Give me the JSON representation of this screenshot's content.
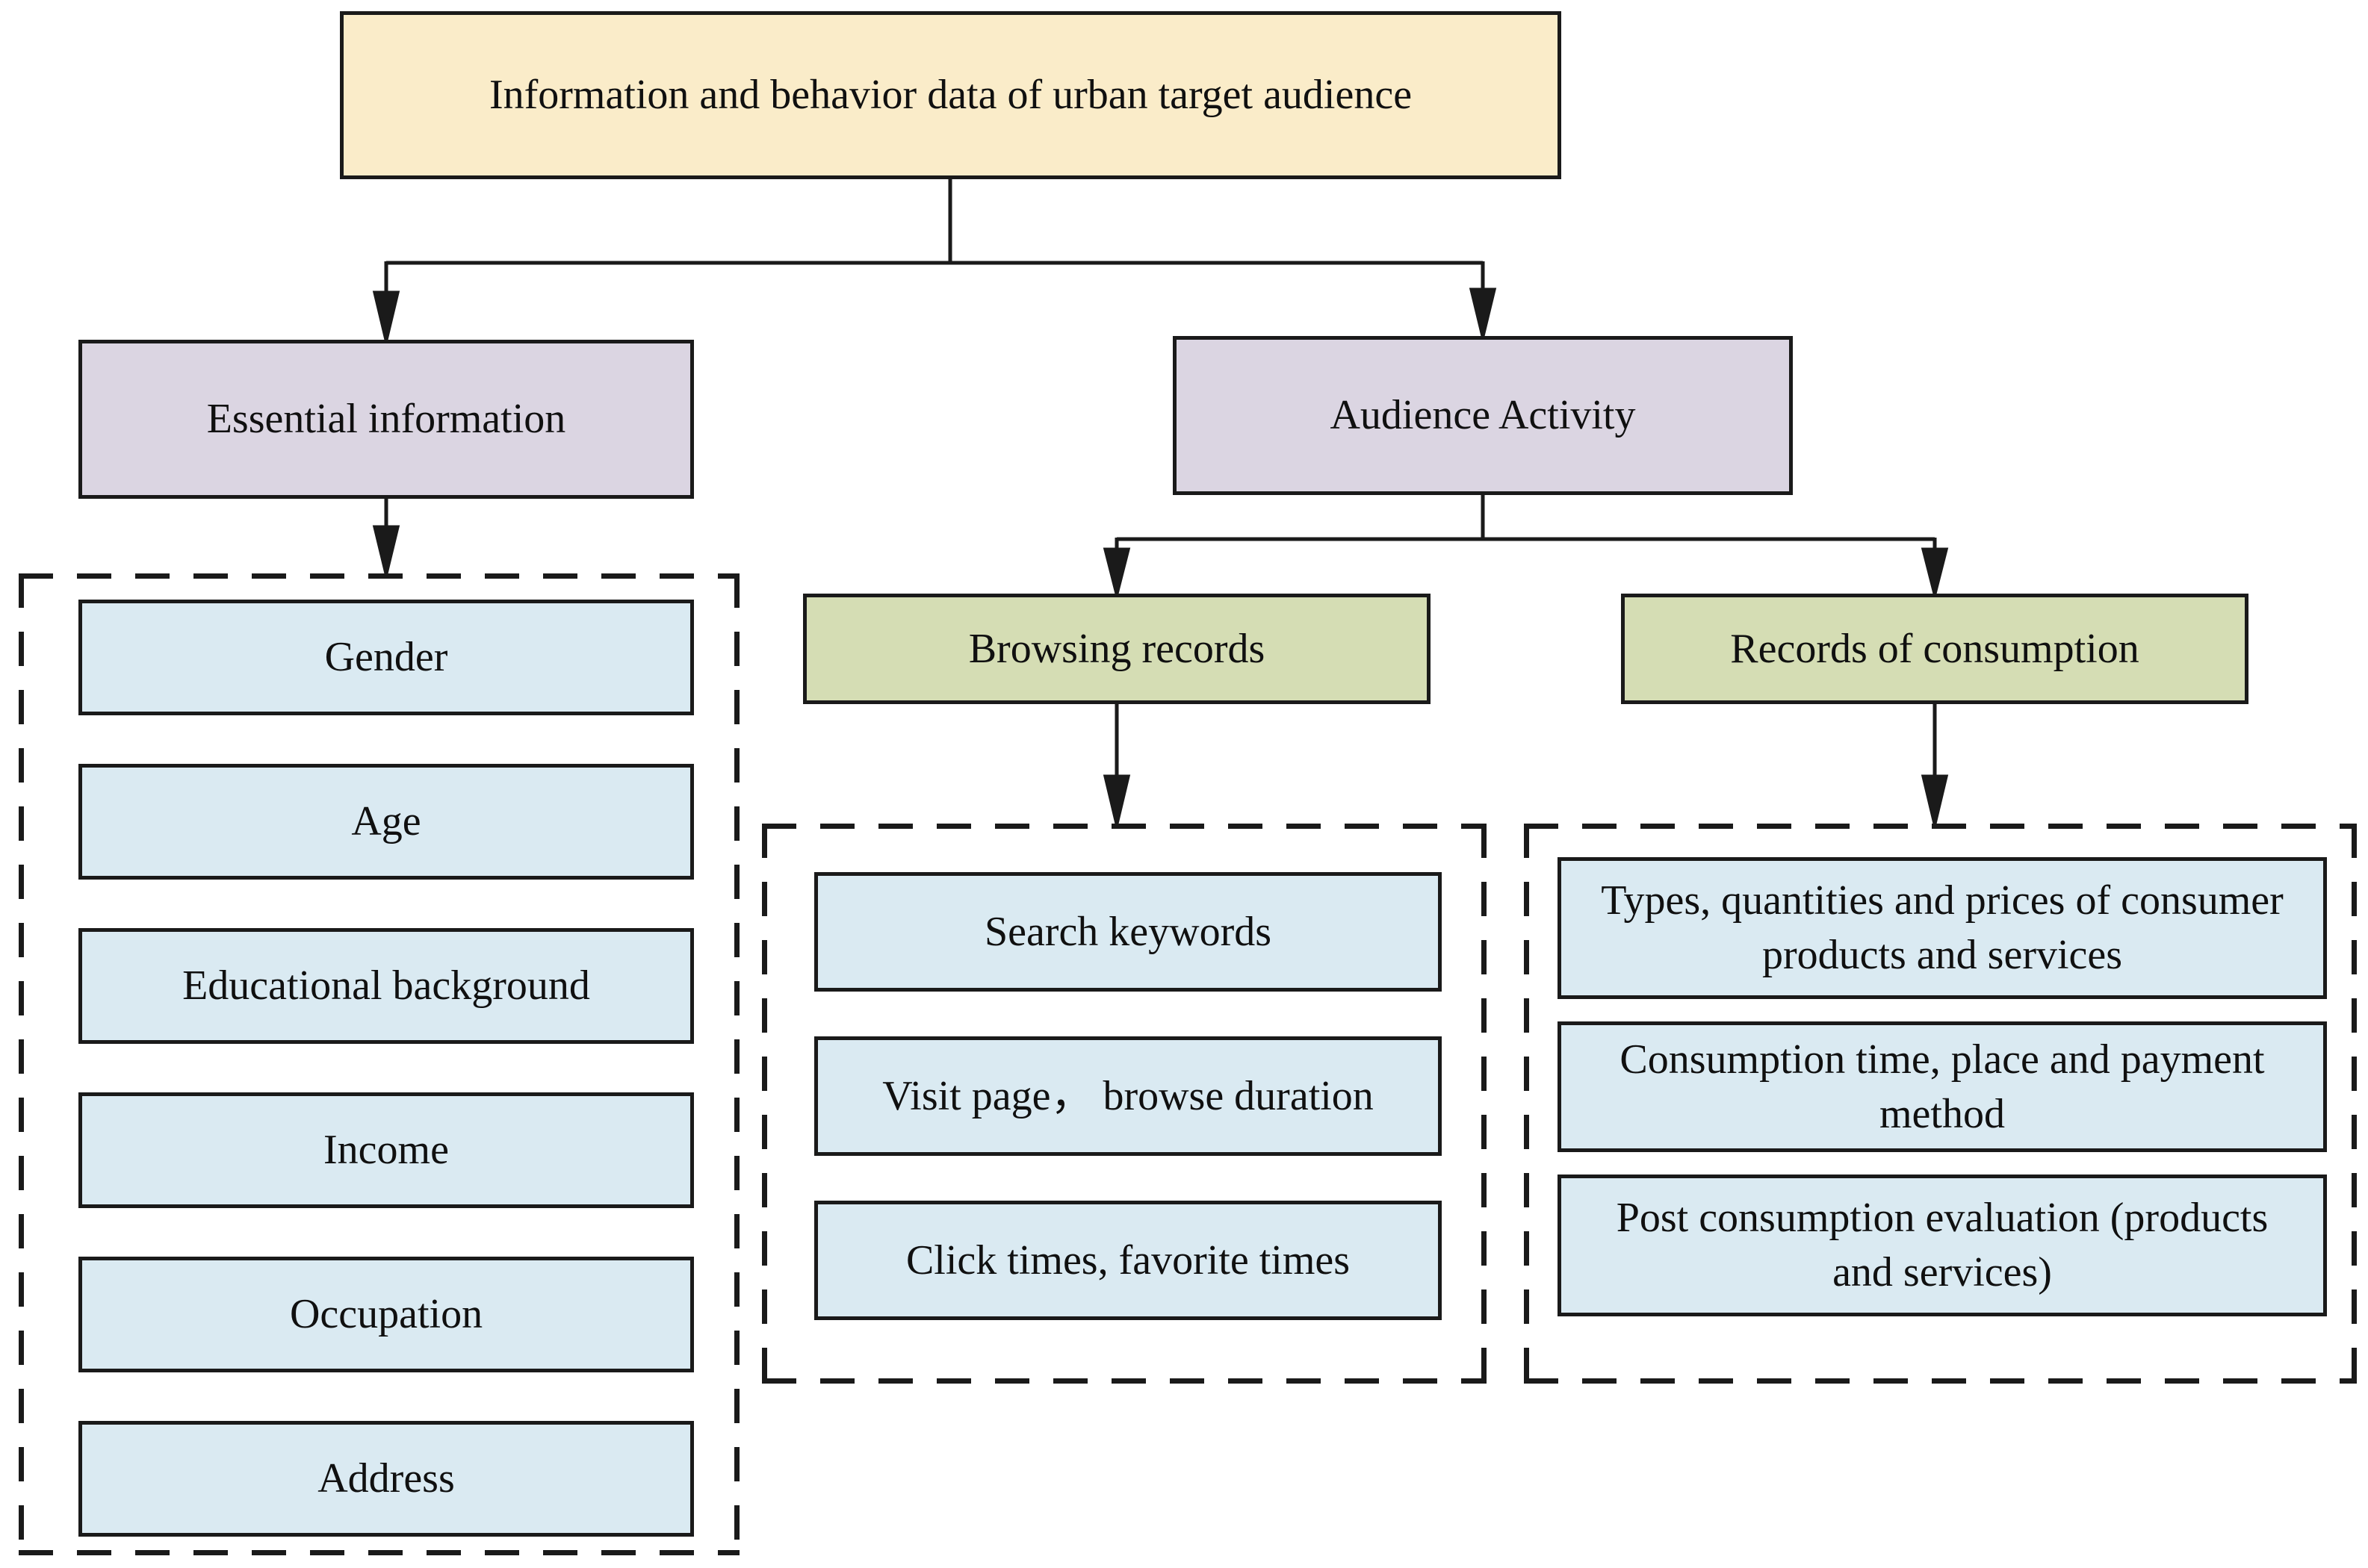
{
  "diagram": {
    "title": "Information and behavior data of urban target audience",
    "level1": {
      "essential": "Essential information",
      "audience": "Audience Activity"
    },
    "level2": {
      "browsing": "Browsing records",
      "consumption": "Records of consumption"
    },
    "essential_items": [
      "Gender",
      "Age",
      "Educational background",
      "Income",
      "Occupation",
      "Address"
    ],
    "browsing_items": [
      "Search keywords",
      "Visit page， browse duration",
      "Click times, favorite times"
    ],
    "consumption_items": [
      "Types, quantities and prices of consumer products and services",
      "Consumption time, place and payment method",
      "Post consumption evaluation (products and services)"
    ]
  },
  "colors": {
    "root-fill": "#faecc9",
    "branch-fill": "#dbd5e2",
    "subbranch-fill": "#d5ddb4",
    "item-fill": "#daeaf2",
    "line": "#1a1a1a"
  }
}
